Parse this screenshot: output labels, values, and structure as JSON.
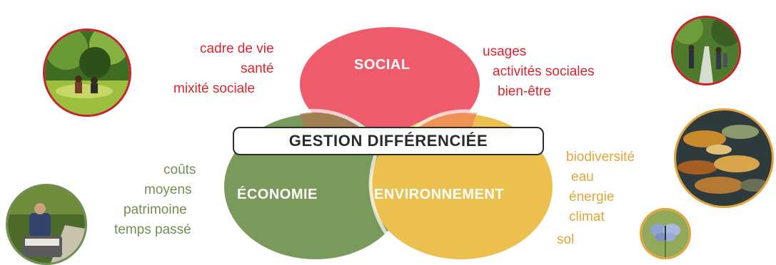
{
  "title": "GESTION DIFFÉRENCIÉE",
  "circles": {
    "social": {
      "label": "SOCIAL",
      "color": "#ee5b6b"
    },
    "economie": {
      "label": "ÉCONOMIE",
      "color": "#7a9a5c"
    },
    "environnement": {
      "label": "ENVIRONNEMENT",
      "color": "#ebc04e"
    }
  },
  "keywords": {
    "social_left": [
      "cadre de vie",
      "santé",
      "mixité sociale"
    ],
    "social_right": [
      "usages",
      "activités sociales",
      "bien-être"
    ],
    "economie": [
      "coûts",
      "moyens",
      "patrimoine",
      "temps passé"
    ],
    "environnement": [
      "biodiversité",
      "eau",
      "énergie",
      "climat",
      "sol"
    ]
  },
  "colors": {
    "social_text": "#d9232e",
    "economie_text": "#6f8f52",
    "environnement_text": "#e3a43a"
  },
  "photos": [
    {
      "subject": "picnic-in-park",
      "border": "#c8232b"
    },
    {
      "subject": "walkers-on-path",
      "border": "#c8232b"
    },
    {
      "subject": "gardener-on-mower",
      "border": "#6f8f52"
    },
    {
      "subject": "autumn-leaves-on-water",
      "border": "#e3a43a"
    },
    {
      "subject": "blue-butterfly",
      "border": "#e3a43a"
    }
  ]
}
